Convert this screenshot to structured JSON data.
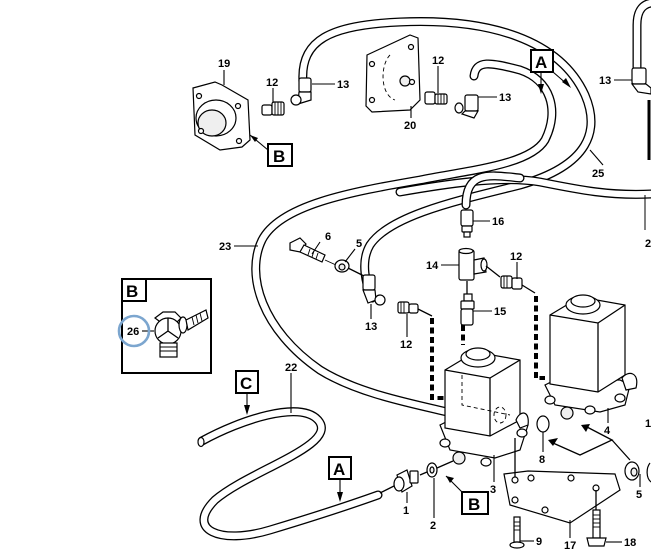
{
  "diagram": {
    "type": "exploded parts diagram",
    "highlight_color": "#7ca6cf",
    "part_labels": [
      {
        "id": "p19",
        "text": "19"
      },
      {
        "id": "p12a",
        "text": "12"
      },
      {
        "id": "p13a",
        "text": "13"
      },
      {
        "id": "p20",
        "text": "20"
      },
      {
        "id": "p12b",
        "text": "12"
      },
      {
        "id": "p13b",
        "text": "13"
      },
      {
        "id": "p13c",
        "text": "13"
      },
      {
        "id": "p25",
        "text": "25"
      },
      {
        "id": "p23",
        "text": "23"
      },
      {
        "id": "p6",
        "text": "6"
      },
      {
        "id": "p5a",
        "text": "5"
      },
      {
        "id": "p13d",
        "text": "13"
      },
      {
        "id": "p12c",
        "text": "12"
      },
      {
        "id": "p16",
        "text": "16"
      },
      {
        "id": "p14",
        "text": "14"
      },
      {
        "id": "p12d",
        "text": "12"
      },
      {
        "id": "p15",
        "text": "15"
      },
      {
        "id": "p2edge",
        "text": "2"
      },
      {
        "id": "p22",
        "text": "22"
      },
      {
        "id": "p1",
        "text": "1"
      },
      {
        "id": "p2",
        "text": "2"
      },
      {
        "id": "p3",
        "text": "3"
      },
      {
        "id": "p8",
        "text": "8"
      },
      {
        "id": "p4",
        "text": "4"
      },
      {
        "id": "p1edge",
        "text": "1"
      },
      {
        "id": "p5b",
        "text": "5"
      },
      {
        "id": "p9",
        "text": "9"
      },
      {
        "id": "p17",
        "text": "17"
      },
      {
        "id": "p18",
        "text": "18"
      }
    ],
    "reference_boxes": [
      {
        "id": "refB1",
        "text": "B"
      },
      {
        "id": "refA1",
        "text": "A"
      },
      {
        "id": "refC",
        "text": "C"
      },
      {
        "id": "refA2",
        "text": "A"
      },
      {
        "id": "refB2",
        "text": "B"
      }
    ],
    "detail_view": {
      "title": "B",
      "part_label": "26",
      "highlighted_part": "26"
    }
  }
}
